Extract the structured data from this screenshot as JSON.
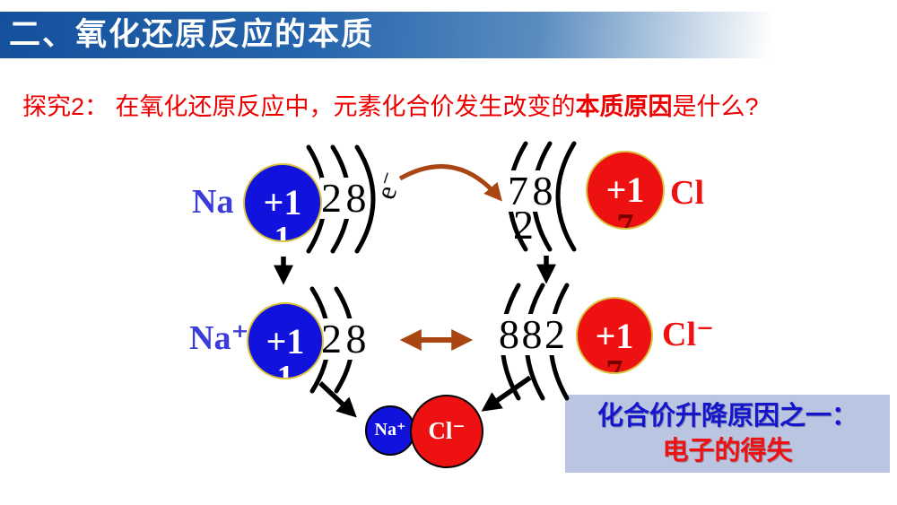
{
  "header": {
    "title": "二、氧化还原反应的本质"
  },
  "question": {
    "prefix": "探究2： 在氧化还原反应中，元素化合价发生改变的",
    "emphasis": "本质原因",
    "suffix": "是什么?"
  },
  "diagram": {
    "na_atom": {
      "label": "Na",
      "nucleus_charge": "+1",
      "nucleus_charge_wrapped": "1",
      "shell_counts": "2 8"
    },
    "electron_label": "e⁻",
    "cl_atom": {
      "label": "Cl",
      "nucleus_charge": "+1",
      "nucleus_charge_wrapped": "7",
      "shell_counts_line1": "7 8",
      "shell_counts_line2": "2"
    },
    "na_ion": {
      "label": "Na⁺",
      "nucleus_charge": "+1",
      "nucleus_charge_wrapped": "1",
      "shell_counts": "2 8"
    },
    "cl_ion": {
      "label": "Cl⁻",
      "nucleus_charge": "+1",
      "nucleus_charge_wrapped": "7",
      "shell_counts": "8 8 2"
    },
    "nacl_product": {
      "na_label": "Na⁺",
      "cl_label": "Cl⁻"
    }
  },
  "conclusion": {
    "line1": "化合价升降原因之一：",
    "line2": "电子的得失"
  },
  "colors": {
    "header_blue": "#15509c",
    "question_red": "#ee0000",
    "sodium_circle_blue": "#1212dd",
    "chlorine_circle_red": "#ee1111",
    "circle_gold_border": "#d8c23e",
    "element_label_blue": "#3c3cd8",
    "element_label_red": "#ee1111",
    "arrow_brown": "#a84513",
    "conclusion_bg": "#b9c5e1",
    "conclusion_text_blue": "#1515cc",
    "conclusion_text_red": "#ee1111"
  }
}
